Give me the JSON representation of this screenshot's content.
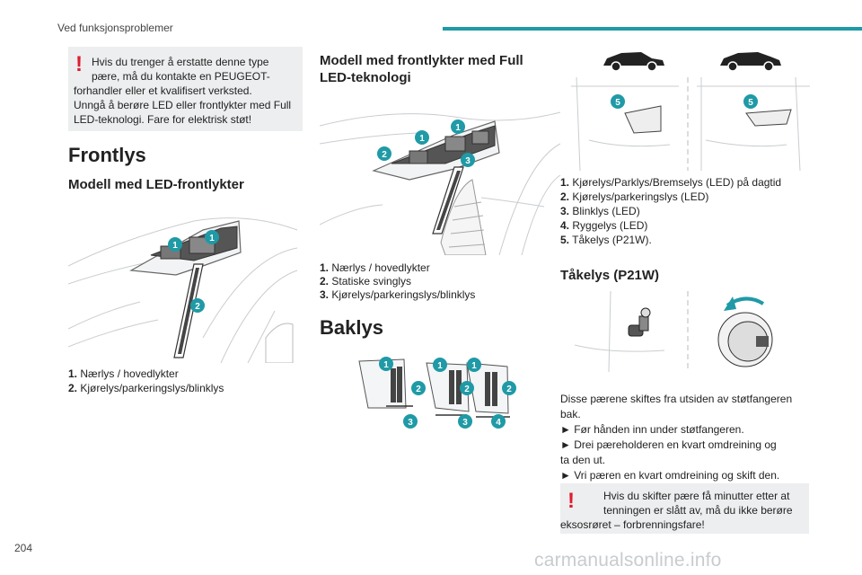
{
  "header": {
    "section": "Ved funksjonsproblemer"
  },
  "page_number": "204",
  "warning1": {
    "line1": "Hvis du trenger å erstatte denne type",
    "line2": "pære, må du kontakte en PEUGEOT-",
    "line3": "forhandler eller et kvalifisert verksted.",
    "line4": "Unngå å berøre LED eller frontlykter med Full",
    "line5": "LED-teknologi. Fare for elektrisk støt!"
  },
  "frontlys": {
    "title": "Frontlys",
    "led_model": {
      "title": "Modell med LED-frontlykter",
      "items": [
        {
          "num": "1.",
          "text": "Nærlys / hovedlykter"
        },
        {
          "num": "2.",
          "text": "Kjørelys/parkeringslys/blinklys"
        }
      ]
    },
    "full_led_model": {
      "title_line1": "Modell med frontlykter med Full",
      "title_line2": "LED-teknologi",
      "items": [
        {
          "num": "1.",
          "text": "Nærlys / hovedlykter"
        },
        {
          "num": "2.",
          "text": "Statiske svinglys"
        },
        {
          "num": "3.",
          "text": "Kjørelys/parkeringslys/blinklys"
        }
      ]
    }
  },
  "baklys": {
    "title": "Baklys"
  },
  "rear_list": [
    {
      "num": "1.",
      "text": "Kjørelys/Parklys/Bremselys (LED) på dagtid"
    },
    {
      "num": "2.",
      "text": "Kjørelys/parkeringslys (LED)"
    },
    {
      "num": "3.",
      "text": "Blinklys (LED)"
    },
    {
      "num": "4.",
      "text": "Ryggelys (LED)"
    },
    {
      "num": "5.",
      "text": "Tåkelys (P21W)."
    }
  ],
  "fog": {
    "title": "Tåkelys (P21W)",
    "intro_line1": "Disse pærene skiftes fra utsiden av støtfangeren",
    "intro_line2": "bak.",
    "step1": "► Før hånden inn under støtfangeren.",
    "step2_line1": "► Drei pæreholderen en kvart omdreining og",
    "step2_line2": "ta den ut.",
    "step3": "► Vri pæren en kvart omdreining og skift den."
  },
  "warning2": {
    "line1": "Hvis du skifter pære få minutter etter at",
    "line2": "tenningen er slått av, må du ikke berøre",
    "line3": "eksosrøret – forbrenningsfare!"
  },
  "watermark": "carmanualsonline.info",
  "badges": {
    "one": "1",
    "two": "2",
    "three": "3",
    "four": "4",
    "five": "5"
  },
  "colors": {
    "accent": "#1f9aa6",
    "warning": "#e01b2e",
    "box": "#eceeef"
  }
}
